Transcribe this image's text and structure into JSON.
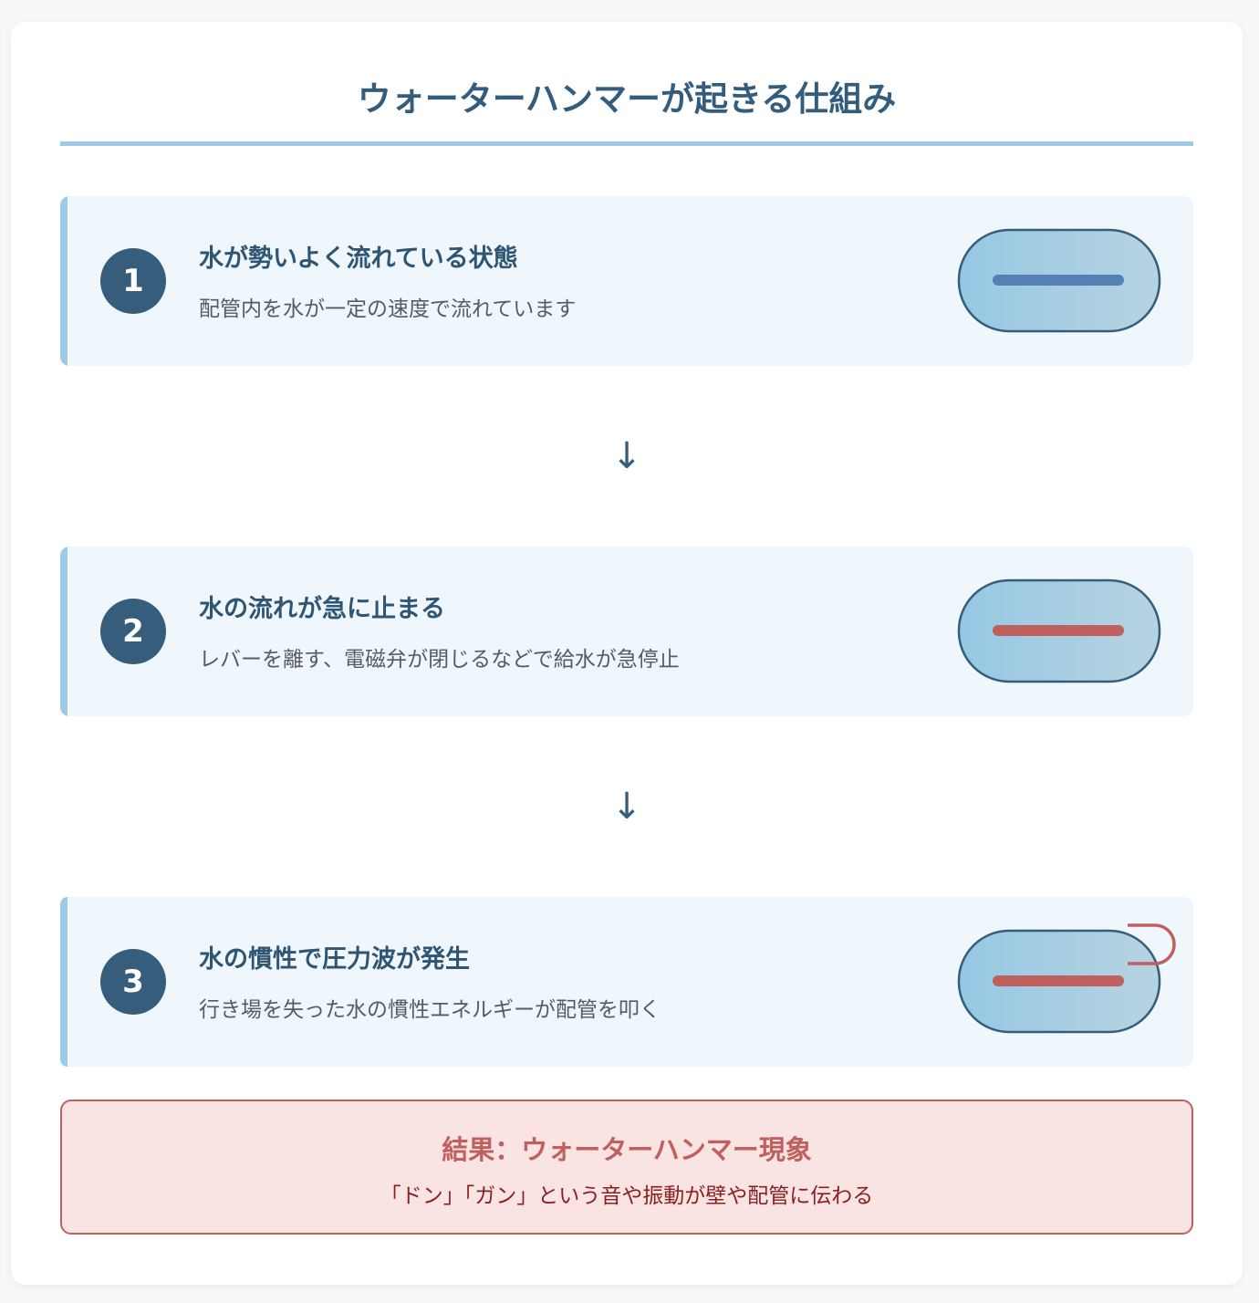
{
  "title": "ウォーターハンマーが起きる仕組み",
  "steps": [
    {
      "number": "1",
      "title": "水が勢いよく流れている状態",
      "description": "配管内を水が一定の速度で流れています",
      "flow_color": "#5580b6"
    },
    {
      "number": "2",
      "title": "水の流れが急に止まる",
      "description": "レバーを離す、電磁弁が閉じるなどで給水が急停止",
      "flow_color": "#c0605e"
    },
    {
      "number": "3",
      "title": "水の慣性で圧力波が発生",
      "description": "行き場を失った水の慣性エネルギーが配管を叩く",
      "flow_color": "#c0605e"
    }
  ],
  "arrow_glyph": "↓",
  "result": {
    "title": "結果：ウォーターハンマー現象",
    "description": "「ドン」「ガン」という音や振動が壁や配管に伝わる"
  },
  "colors": {
    "accent": "#335c7d",
    "rule": "#9dcbe6",
    "step_bg": "#eff7fd",
    "result_bg": "#f9e3e3",
    "result_border": "#c06060"
  }
}
